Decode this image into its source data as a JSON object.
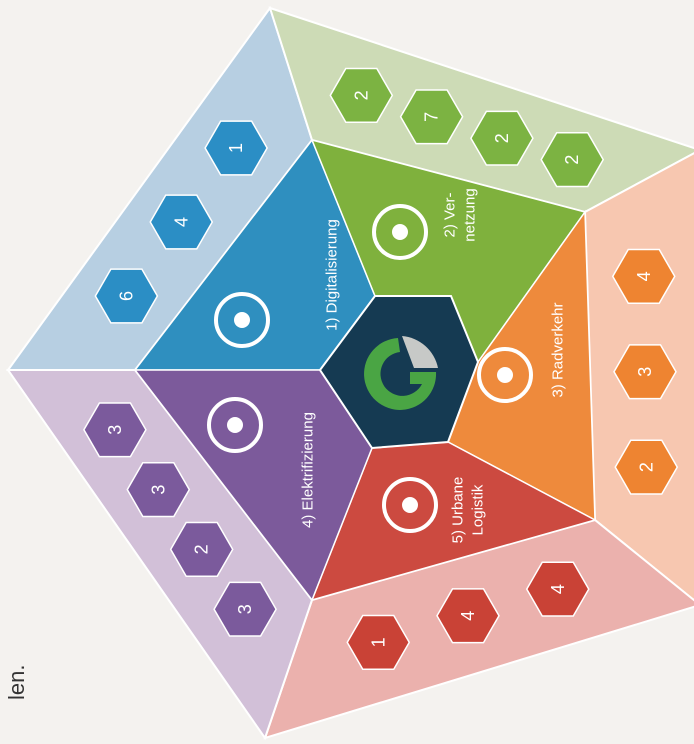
{
  "page_text": "len.",
  "center": {
    "logo_colors": {
      "ring": "#4aa544",
      "accent": "#c7c9c7",
      "bg": "#153a52"
    }
  },
  "segments": [
    {
      "id": "digitalisierung",
      "label_lines": [
        "1) Digitalisierung"
      ],
      "icon": "tablet-touch-icon",
      "colors": {
        "outer": "#b7cfe2",
        "mid": "#2f8fbf",
        "hex": "#2b8ec5"
      },
      "counts": [
        "6",
        "4",
        "1"
      ]
    },
    {
      "id": "vernetzung",
      "label_lines": [
        "2) Ver-",
        "netzung"
      ],
      "icon": "network-nodes-icon",
      "colors": {
        "outer": "#cddbb6",
        "mid": "#7fb13d",
        "hex": "#7cb342"
      },
      "counts": [
        "2",
        "7",
        "2",
        "2"
      ]
    },
    {
      "id": "radverkehr",
      "label_lines": [
        "3) Radverkehr"
      ],
      "icon": "bicycle-icon",
      "colors": {
        "outer": "#f7c7b0",
        "mid": "#ee8a3c",
        "hex": "#ee8431"
      },
      "counts": [
        "4",
        "3",
        "2"
      ]
    },
    {
      "id": "urbane-logistik",
      "label_lines": [
        "5) Urbane",
        "Logistik"
      ],
      "icon": "delivery-truck-clock-icon",
      "colors": {
        "outer": "#ebb1ad",
        "mid": "#cc4a40",
        "hex": "#c94236"
      },
      "counts": [
        "4",
        "4",
        "1"
      ]
    },
    {
      "id": "elektrifizierung",
      "label_lines": [
        "4) Elektrifizierung"
      ],
      "icon": "power-plug-icon",
      "colors": {
        "outer": "#d2c0d8",
        "mid": "#7c5a9b",
        "hex": "#7b5a9c"
      },
      "counts": [
        "3",
        "2",
        "3",
        "3"
      ]
    }
  ]
}
